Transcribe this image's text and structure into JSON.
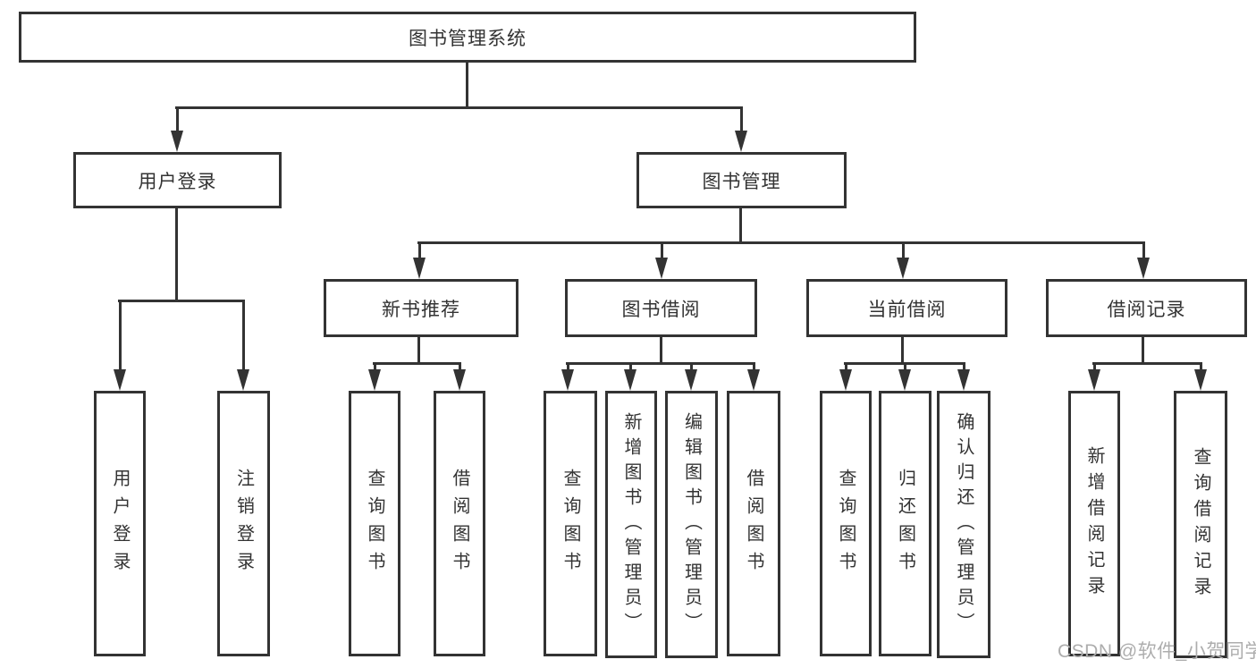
{
  "colors": {
    "line": "#333333",
    "text": "#333333",
    "background": "#ffffff",
    "watermark_text": "#adadad"
  },
  "watermark": {
    "text": "CSDN @软件_小贺同学"
  },
  "tree": {
    "root": {
      "label": "图书管理系统"
    },
    "children": [
      {
        "label": "用户登录",
        "children": [
          {
            "label": "用户登录"
          },
          {
            "label": "注销登录"
          }
        ]
      },
      {
        "label": "图书管理",
        "children": [
          {
            "label": "新书推荐",
            "children": [
              {
                "label": "查询图书"
              },
              {
                "label": "借阅图书"
              }
            ]
          },
          {
            "label": "图书借阅",
            "children": [
              {
                "label": "查询图书"
              },
              {
                "label": "新增图书（管理员）"
              },
              {
                "label": "编辑图书（管理员）"
              },
              {
                "label": "借阅图书"
              }
            ]
          },
          {
            "label": "当前借阅",
            "children": [
              {
                "label": "查询图书"
              },
              {
                "label": "归还图书"
              },
              {
                "label": "确认归还（管理员）"
              }
            ]
          },
          {
            "label": "借阅记录",
            "children": [
              {
                "label": "新增借阅记录"
              },
              {
                "label": "查询借阅记录"
              }
            ]
          }
        ]
      }
    ]
  }
}
